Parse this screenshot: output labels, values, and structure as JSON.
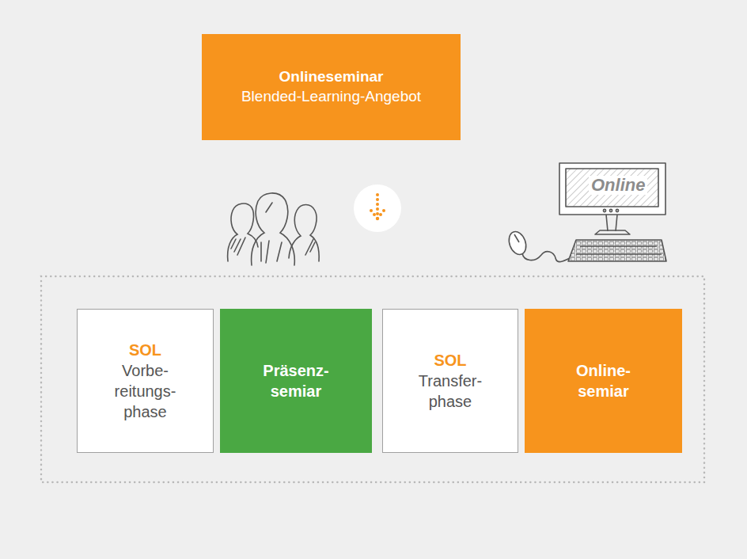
{
  "diagram": {
    "nodes": [
      {
        "text": [
          "Onlineseminar",
          "Blended-Learning-Angebot"
        ]
      },
      {
        "text": [
          "SOL",
          "Vorbe- reitungs- phase"
        ]
      },
      {
        "text": [
          "Präsenz- semiar"
        ]
      },
      {
        "text": [
          "SOL",
          "Transfer- phase"
        ]
      },
      {
        "text": [
          "Online- semiar"
        ]
      }
    ],
    "labels": [
      "Online"
    ]
  }
}
